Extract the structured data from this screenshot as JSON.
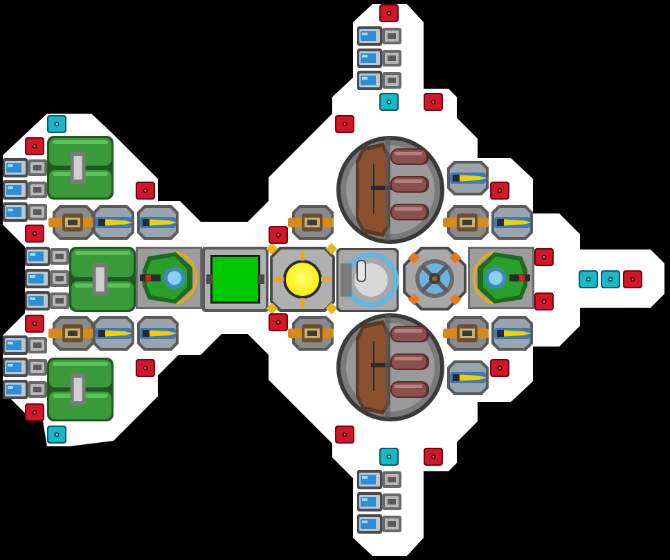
{
  "colors": {
    "background": "#000000",
    "hull": "#ffffff",
    "hull_edge": "#e6e6e6",
    "metal_dark": "#4a4a4a",
    "metal_mid": "#8a8a8a",
    "metal_light": "#b8b8b8",
    "light_red": "#d0182a",
    "light_cyan": "#18b8c8",
    "thruster_blue": "#2a8ed8",
    "tank_green": "#3a9a3a",
    "tank_green_light": "#5cc25c",
    "gun_yellow": "#f0d000",
    "gun_blue": "#3a78c0",
    "gun_orange": "#d88a18",
    "reactor_yellow": "#ffff00",
    "storage_green": "#00c800",
    "shield_blue": "#6ab4e0",
    "cannon_brown": "#8a5030",
    "hangar_brown": "#6a4030",
    "cockpit_green": "#2aa02a"
  },
  "ship": {
    "modules": [
      "red-light",
      "cyan-light",
      "thruster-block",
      "fuel-tank",
      "machine-gun-blue",
      "machine-gun-orange",
      "laser-turret",
      "cargo-hold",
      "reactor",
      "shield-generator",
      "gyroscope",
      "heavy-cannon-turret"
    ]
  }
}
